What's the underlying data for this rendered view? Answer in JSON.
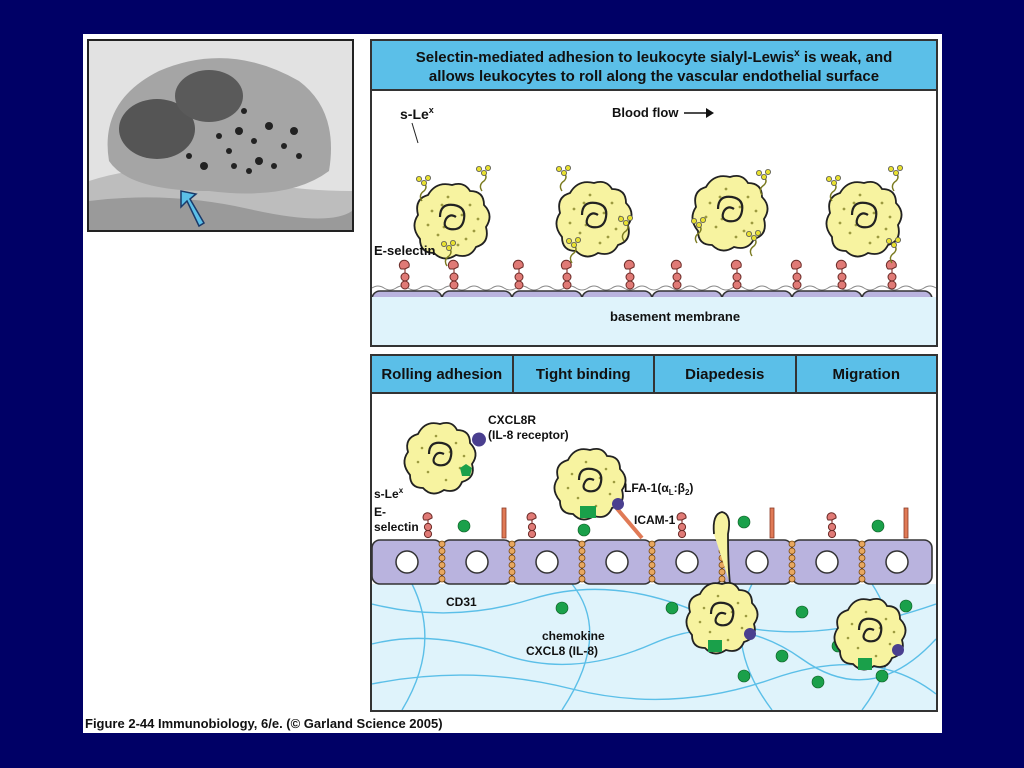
{
  "top_panel": {
    "title_line1": "Selectin-mediated adhesion to leukocyte sialyl-Lewis",
    "title_sup": "x",
    "title_line1_end": " is weak, and",
    "title_line2": "allows leukocytes to roll along the vascular endothelial surface",
    "label_slex": "s-Le",
    "label_slex_sup": "x",
    "label_eselectin": "E-selectin",
    "label_blood_flow": "Blood flow",
    "label_basement": "basement membrane"
  },
  "bottom_panel": {
    "tabs": [
      "Rolling adhesion",
      "Tight binding",
      "Diapedesis",
      "Migration"
    ],
    "label_cxcl8r": "CXCL8R",
    "label_il8_receptor": "(IL-8 receptor)",
    "label_slex": "s-Le",
    "label_slex_sup": "x",
    "label_e": "E-",
    "label_selectin": "selectin",
    "label_lfa1": "LFA-1(α",
    "label_lfa1_sub1": "L",
    "label_lfa1_mid": ":β",
    "label_lfa1_sub2": "2",
    "label_lfa1_end": ")",
    "label_icam1": "ICAM-1",
    "label_cd31": "CD31",
    "label_chemokine": "chemokine",
    "label_cxcl8": "CXCL8 (IL-8)"
  },
  "caption": "Figure 2-44  Immunobiology, 6/e. (© Garland Science 2005)",
  "colors": {
    "background": "#000066",
    "title_bar": "#5bbfe8",
    "endothelium": "#b9b3de",
    "leukocyte": "#f7f3a0",
    "selectin": "#e07a76",
    "chemokine": "#1aa04a",
    "receptor": "#4a3f8f",
    "tissue": "#dff3fb"
  }
}
